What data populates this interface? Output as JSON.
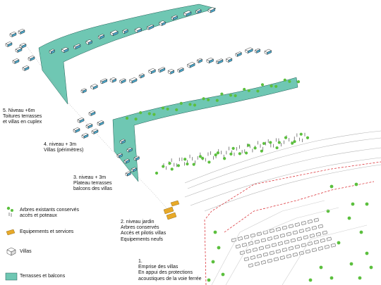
{
  "levels": [
    {
      "id": "level-5",
      "lines": [
        "5. Niveau +6m",
        "Toitures terrasses",
        "et villas en cuplex"
      ]
    },
    {
      "id": "level-4",
      "lines": [
        "4. niveau + 3m",
        "Villas (périmètres)"
      ]
    },
    {
      "id": "level-3",
      "lines": [
        "3. niveau + 3m",
        "Plateau terrasses",
        "balcons des villas"
      ]
    },
    {
      "id": "level-2",
      "lines": [
        "2. niveau jardin",
        "Arbres conservés",
        "Accès et pilotis villas",
        "Equipements neufs"
      ]
    },
    {
      "id": "level-1",
      "lines": [
        "1.",
        "Emprise des villas",
        "En appui des protections",
        "acoustiques de la voie ferrée"
      ]
    }
  ],
  "legend": [
    {
      "id": "trees",
      "lines": [
        "Arbres existants conservés",
        "accès et poteaux"
      ],
      "icon": "tree-icon"
    },
    {
      "id": "equipment",
      "lines": [
        "Equipements et services"
      ],
      "icon": "equipment-icon"
    },
    {
      "id": "villas",
      "lines": [
        "Villas"
      ],
      "icon": "villa-icon"
    },
    {
      "id": "terraces",
      "lines": [
        "Terrasses et balcons"
      ],
      "icon": "terrace-swatch"
    }
  ],
  "colors": {
    "terrace": "#6fc7b3",
    "terrace_edge": "#1f5e55",
    "tree": "#5bbf3d",
    "equipment": "#e8a928",
    "boundary": "#d8232a",
    "ground_line": "#b5b5b5",
    "villa_shadow": "#4aa6c9"
  }
}
